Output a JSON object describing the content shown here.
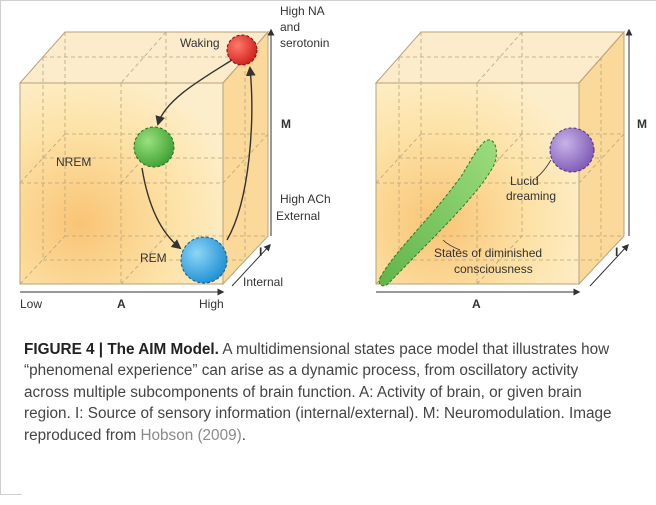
{
  "figure": {
    "left_panel": {
      "states": [
        "Waking",
        "NREM",
        "REM"
      ],
      "axis_labels": {
        "high_na": "High NA",
        "and": "and",
        "serotonin": "serotonin",
        "m": "M",
        "high_ach": "High ACh",
        "external": "External",
        "i": "I",
        "internal": "Internal",
        "low": "Low",
        "a": "A",
        "high": "High"
      },
      "state_colors": {
        "waking": "#e0322c",
        "nrem": "#5cb848",
        "rem": "#3aa6df"
      }
    },
    "right_panel": {
      "lucid_line1": "Lucid",
      "lucid_line2": "dreaming",
      "diminished_line1": "States of diminished",
      "diminished_line2": "consciousness",
      "m": "M",
      "i": "I",
      "a": "A",
      "colors": {
        "lucid": "#9a7bc8",
        "diminished": "#74c259"
      }
    },
    "cube_color": "#fde3a6"
  },
  "caption": {
    "label": "FIGURE 4 | The AIM Model.",
    "text": " A multidimensional states pace model that illustrates how “phenomenal experience” can arise as a dynamic process, from oscillatory activity across multiple subcomponents of brain function. A: Activity of brain, or given brain region. I: Source of sensory information (internal/external). M: Neuromodulation. Image reproduced from ",
    "ref": "Hobson (2009)",
    "end": "."
  }
}
